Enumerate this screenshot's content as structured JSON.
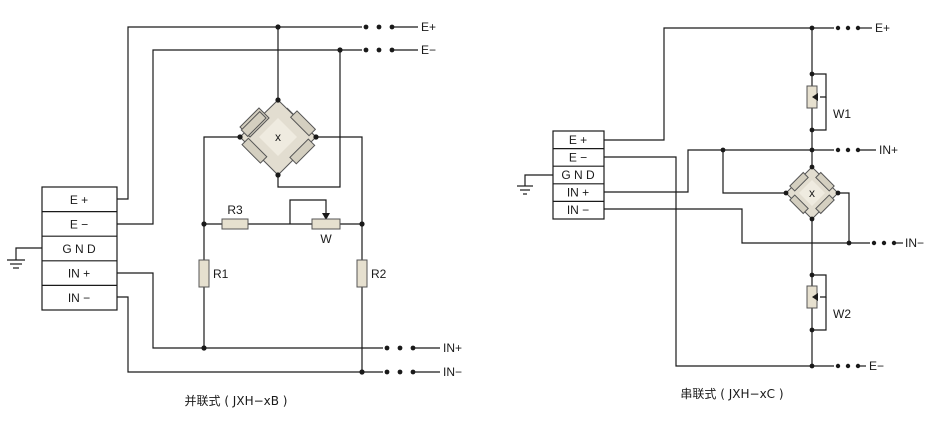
{
  "left": {
    "terminals": [
      "E +",
      "E −",
      "G N D",
      "IN +",
      "IN −"
    ],
    "outputs": {
      "e_plus": "E+",
      "e_minus": "E−",
      "in_plus": "IN+",
      "in_minus": "IN−"
    },
    "bridge_label": "x",
    "resistors": {
      "r1": "R1",
      "r2": "R2",
      "r3": "R3",
      "w": "W"
    },
    "caption": "并联式 ( JXH−xB )"
  },
  "right": {
    "terminals": [
      "E +",
      "E −",
      "G N D",
      "IN +",
      "IN −"
    ],
    "outputs": {
      "e_plus": "E+",
      "in_plus": "IN+",
      "in_minus": "IN−",
      "e_minus": "E−"
    },
    "bridge_label": "x",
    "resistors": {
      "w1": "W1",
      "w2": "W2"
    },
    "caption": "串联式 ( JXH−xC )"
  },
  "colors": {
    "line": "#1a1a1a",
    "resistor_fill": "#e6e0cf",
    "bridge_fill": "#e2ddd0"
  }
}
